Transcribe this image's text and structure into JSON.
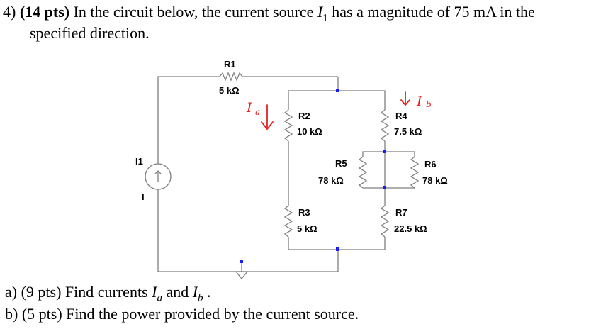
{
  "problem": {
    "number": "4)",
    "points": "(14 pts)",
    "text_before": "In the circuit below, the current source ",
    "source_symbol": "I",
    "source_subscript": "1",
    "text_after": " has a magnitude of 75 mA in the",
    "text_line2": "specified direction."
  },
  "parts": {
    "a": {
      "label": "a)",
      "points": "(9 pts)",
      "text": "Find currents ",
      "ia_symbol": "I",
      "ia_sub": "a",
      "and": " and ",
      "ib_symbol": "I",
      "ib_sub": "b",
      "end": " ."
    },
    "b": {
      "label": "b)",
      "points": "(5 pts)",
      "text": "Find the power provided by the current source."
    }
  },
  "circuit": {
    "components": {
      "R1": {
        "name": "R1",
        "value": "5 kΩ"
      },
      "R2": {
        "name": "R2",
        "value": "10 kΩ"
      },
      "R3": {
        "name": "R3",
        "value": "5 kΩ"
      },
      "R4": {
        "name": "R4",
        "value": "7.5 kΩ"
      },
      "R5": {
        "name": "R5",
        "value": "78 kΩ"
      },
      "R6": {
        "name": "R6",
        "value": "78 kΩ"
      },
      "R7": {
        "name": "R7",
        "value": "22.5 kΩ"
      },
      "I1": {
        "name": "I1",
        "value": "I"
      }
    },
    "annotations": {
      "ia": {
        "letter": "I",
        "sub": "a"
      },
      "ib": {
        "letter": "I",
        "sub": "b"
      },
      "color": "#e8201e"
    },
    "wire_color": "#7f7f7f",
    "node_color": "#1a1aff"
  }
}
